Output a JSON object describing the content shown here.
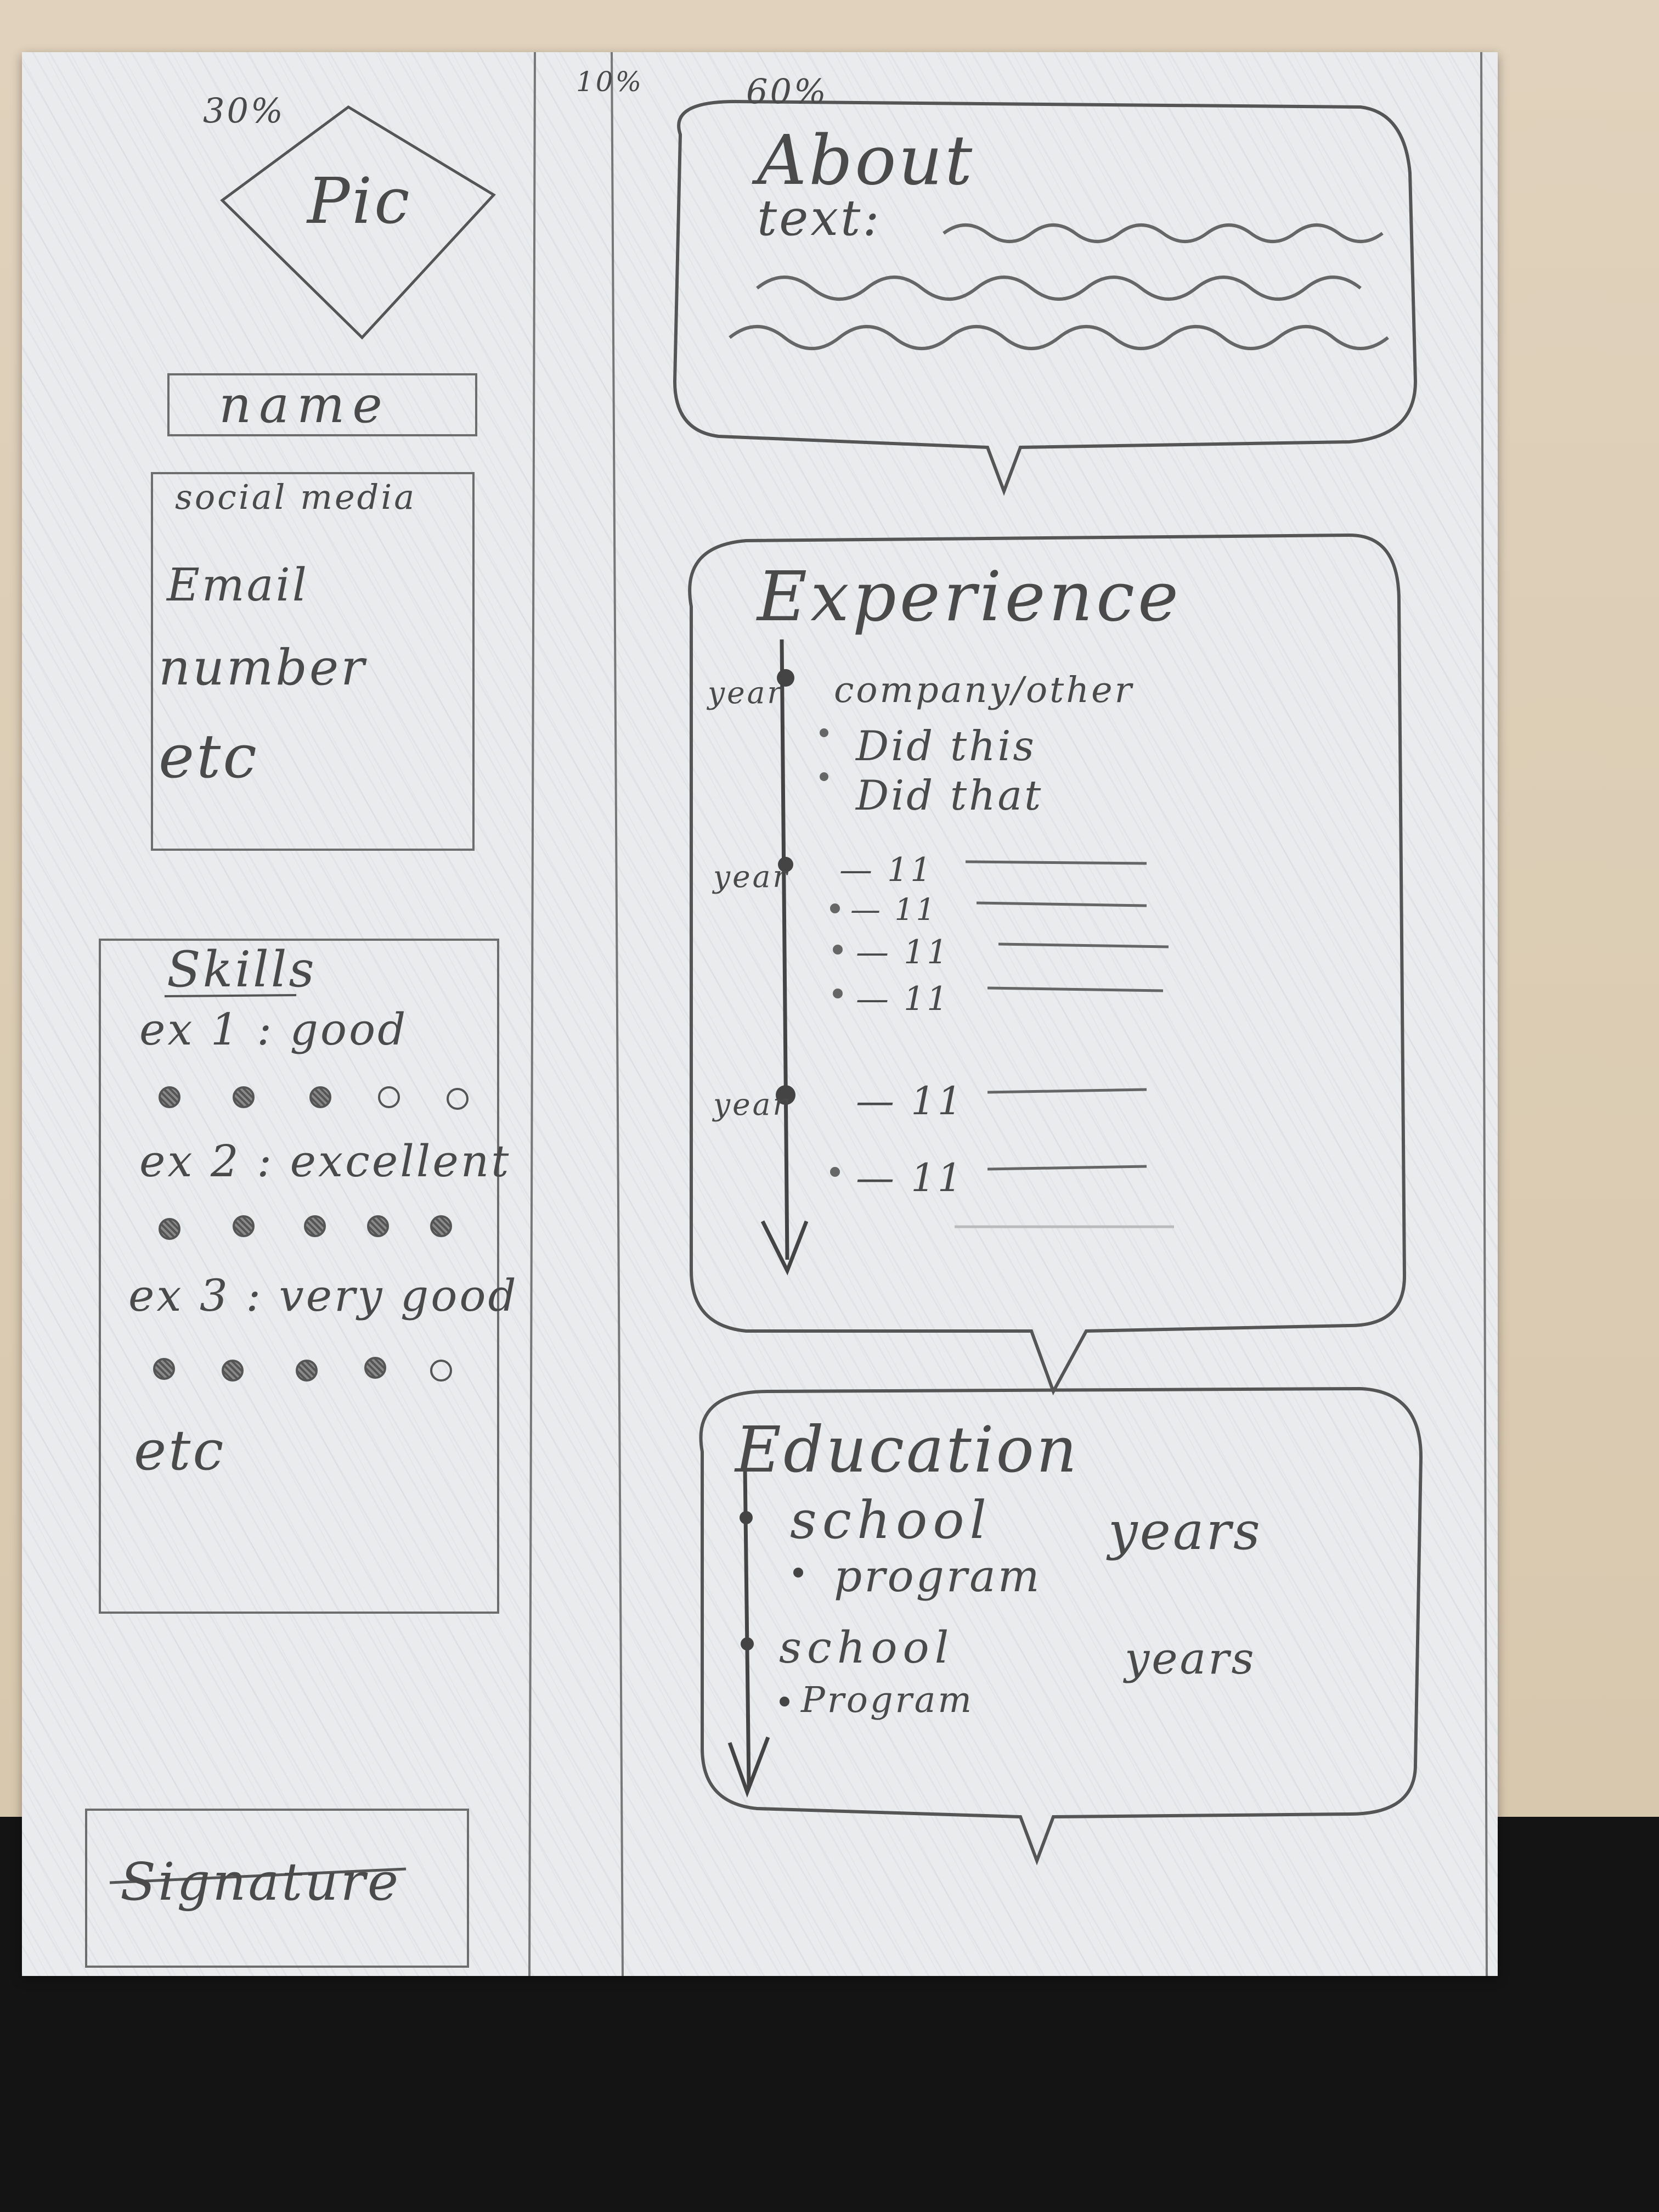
{
  "left_column": {
    "width_note": "30%",
    "pic_label": "Pic",
    "name_label": "name",
    "contact": {
      "heading": "social media",
      "items": [
        "Email",
        "number",
        "etc"
      ]
    },
    "skills": {
      "heading": "Skills",
      "items": [
        {
          "label": "ex 1 : good",
          "rating": 3,
          "max": 5
        },
        {
          "label": "ex 2 : excellent",
          "rating": 5,
          "max": 5
        },
        {
          "label": "ex 3 : very good",
          "rating": 4,
          "max": 5
        }
      ],
      "etc": "etc"
    },
    "signature_label": "Signature"
  },
  "middle_column": {
    "width_note": "10%"
  },
  "right_column": {
    "width_note": "60%",
    "about": {
      "heading": "About",
      "text_label": "text:"
    },
    "experience": {
      "heading": "Experience",
      "year_label": "year",
      "company_label": "company/other",
      "bullets": [
        "Did this",
        "Did that"
      ],
      "ditto": "— 11"
    },
    "education": {
      "heading": "Education",
      "entries": [
        {
          "school": "school",
          "program": "program",
          "years": "years"
        },
        {
          "school": "school",
          "program": "Program",
          "years": "years"
        }
      ]
    }
  }
}
